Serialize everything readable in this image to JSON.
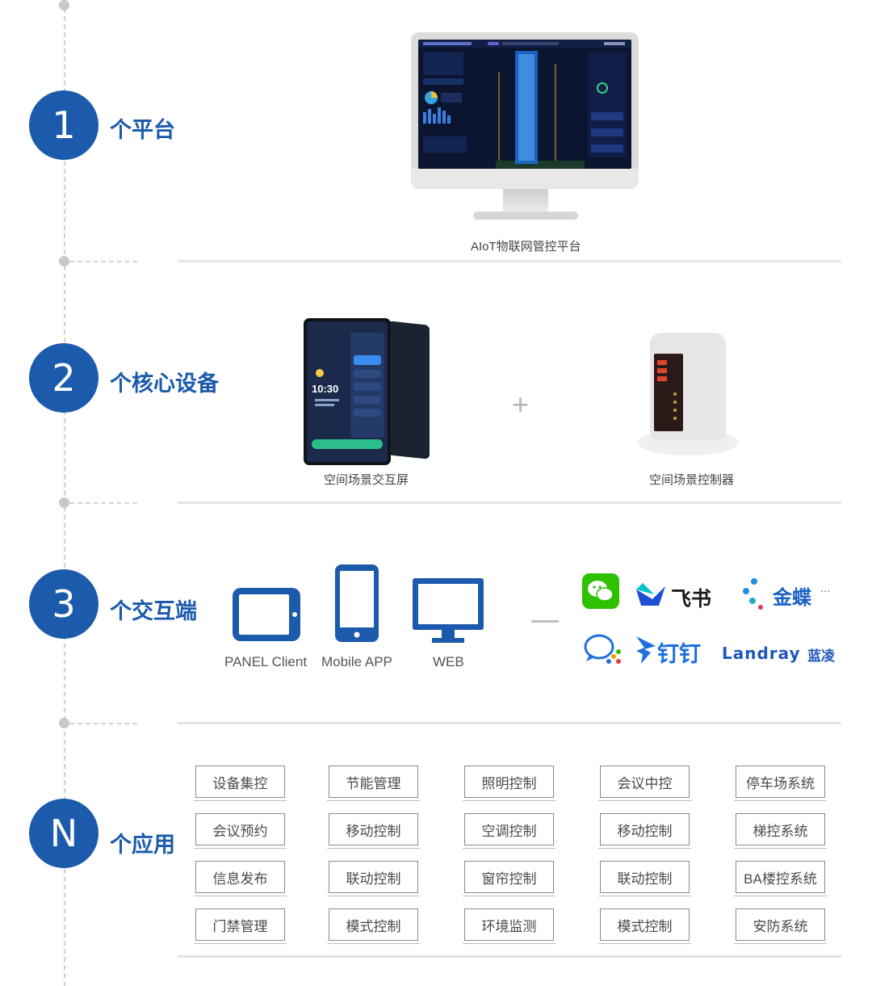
{
  "sections": [
    {
      "number": "1",
      "label": "个平台"
    },
    {
      "number": "2",
      "label": "个核心设备"
    },
    {
      "number": "3",
      "label": "个交互端"
    },
    {
      "number": "N",
      "label": "个应用"
    }
  ],
  "platform": {
    "caption": "AIoT物联网管控平台"
  },
  "devices": {
    "panel_caption": "空间场景交互屏",
    "controller_caption": "空间场景控制器",
    "plus": "+",
    "panel_time": "10:30"
  },
  "clients": [
    {
      "label": "PANEL Client"
    },
    {
      "label": "Mobile APP"
    },
    {
      "label": "WEB"
    }
  ],
  "integrations": {
    "feishu": "飞书",
    "kingdee": "金蝶",
    "ellipsis": "···",
    "dingtalk": "钉钉",
    "landray": "Landray",
    "landray_cn": "蓝凌"
  },
  "apps": [
    [
      "设备集控",
      "节能管理",
      "照明控制",
      "会议中控",
      "停车场系统"
    ],
    [
      "会议预约",
      "移动控制",
      "空调控制",
      "移动控制",
      "梯控系统"
    ],
    [
      "信息发布",
      "联动控制",
      "窗帘控制",
      "联动控制",
      "BA楼控系统"
    ],
    [
      "门禁管理",
      "模式控制",
      "环境监测",
      "模式控制",
      "安防系统"
    ]
  ],
  "colors": {
    "brand_blue": "#1c5aab",
    "wechat_green": "#2dc100",
    "feishu_blue": "#1d4fd6",
    "dingtalk_blue": "#1d6fe0",
    "landray_blue": "#1e58b8"
  }
}
